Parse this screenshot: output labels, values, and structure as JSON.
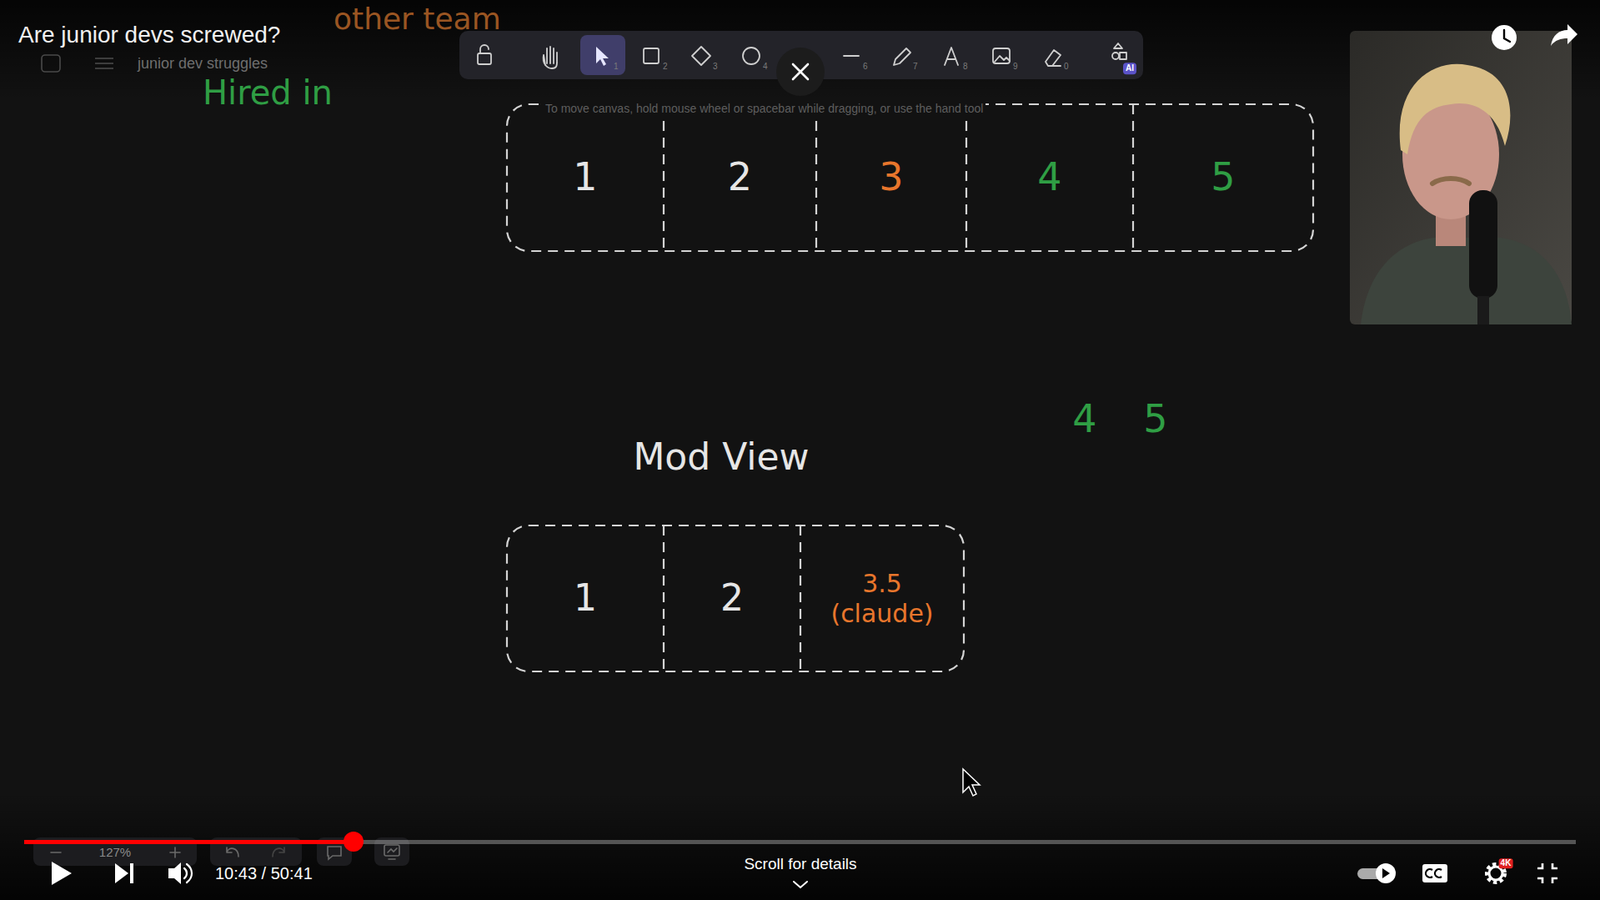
{
  "diagram": {
    "title": "Are junior devs screwed?",
    "nodes": [
      {
        "text": [
          "1"
        ]
      },
      {
        "text": [
          "2"
        ]
      },
      {
        "text": [
          "3"
        ]
      },
      {
        "text": [
          "4"
        ]
      },
      {
        "text": [
          "5"
        ]
      },
      {
        "text": [
          "1"
        ]
      },
      {
        "text": [
          "2"
        ]
      },
      {
        "text": [
          "3.5 (claude)"
        ]
      }
    ],
    "labels": [
      "other team",
      "junior dev struggles",
      "Hired in",
      "To move canvas, hold mouse wheel or spacebar while dragging, or use the hand tool",
      "1",
      "2",
      "3",
      "4",
      "6",
      "7",
      "8",
      "9",
      "0",
      "AI",
      "Mod View",
      "4",
      "5",
      "127%",
      "10:43 / 50:41",
      "Scroll for details",
      "4K"
    ]
  }
}
